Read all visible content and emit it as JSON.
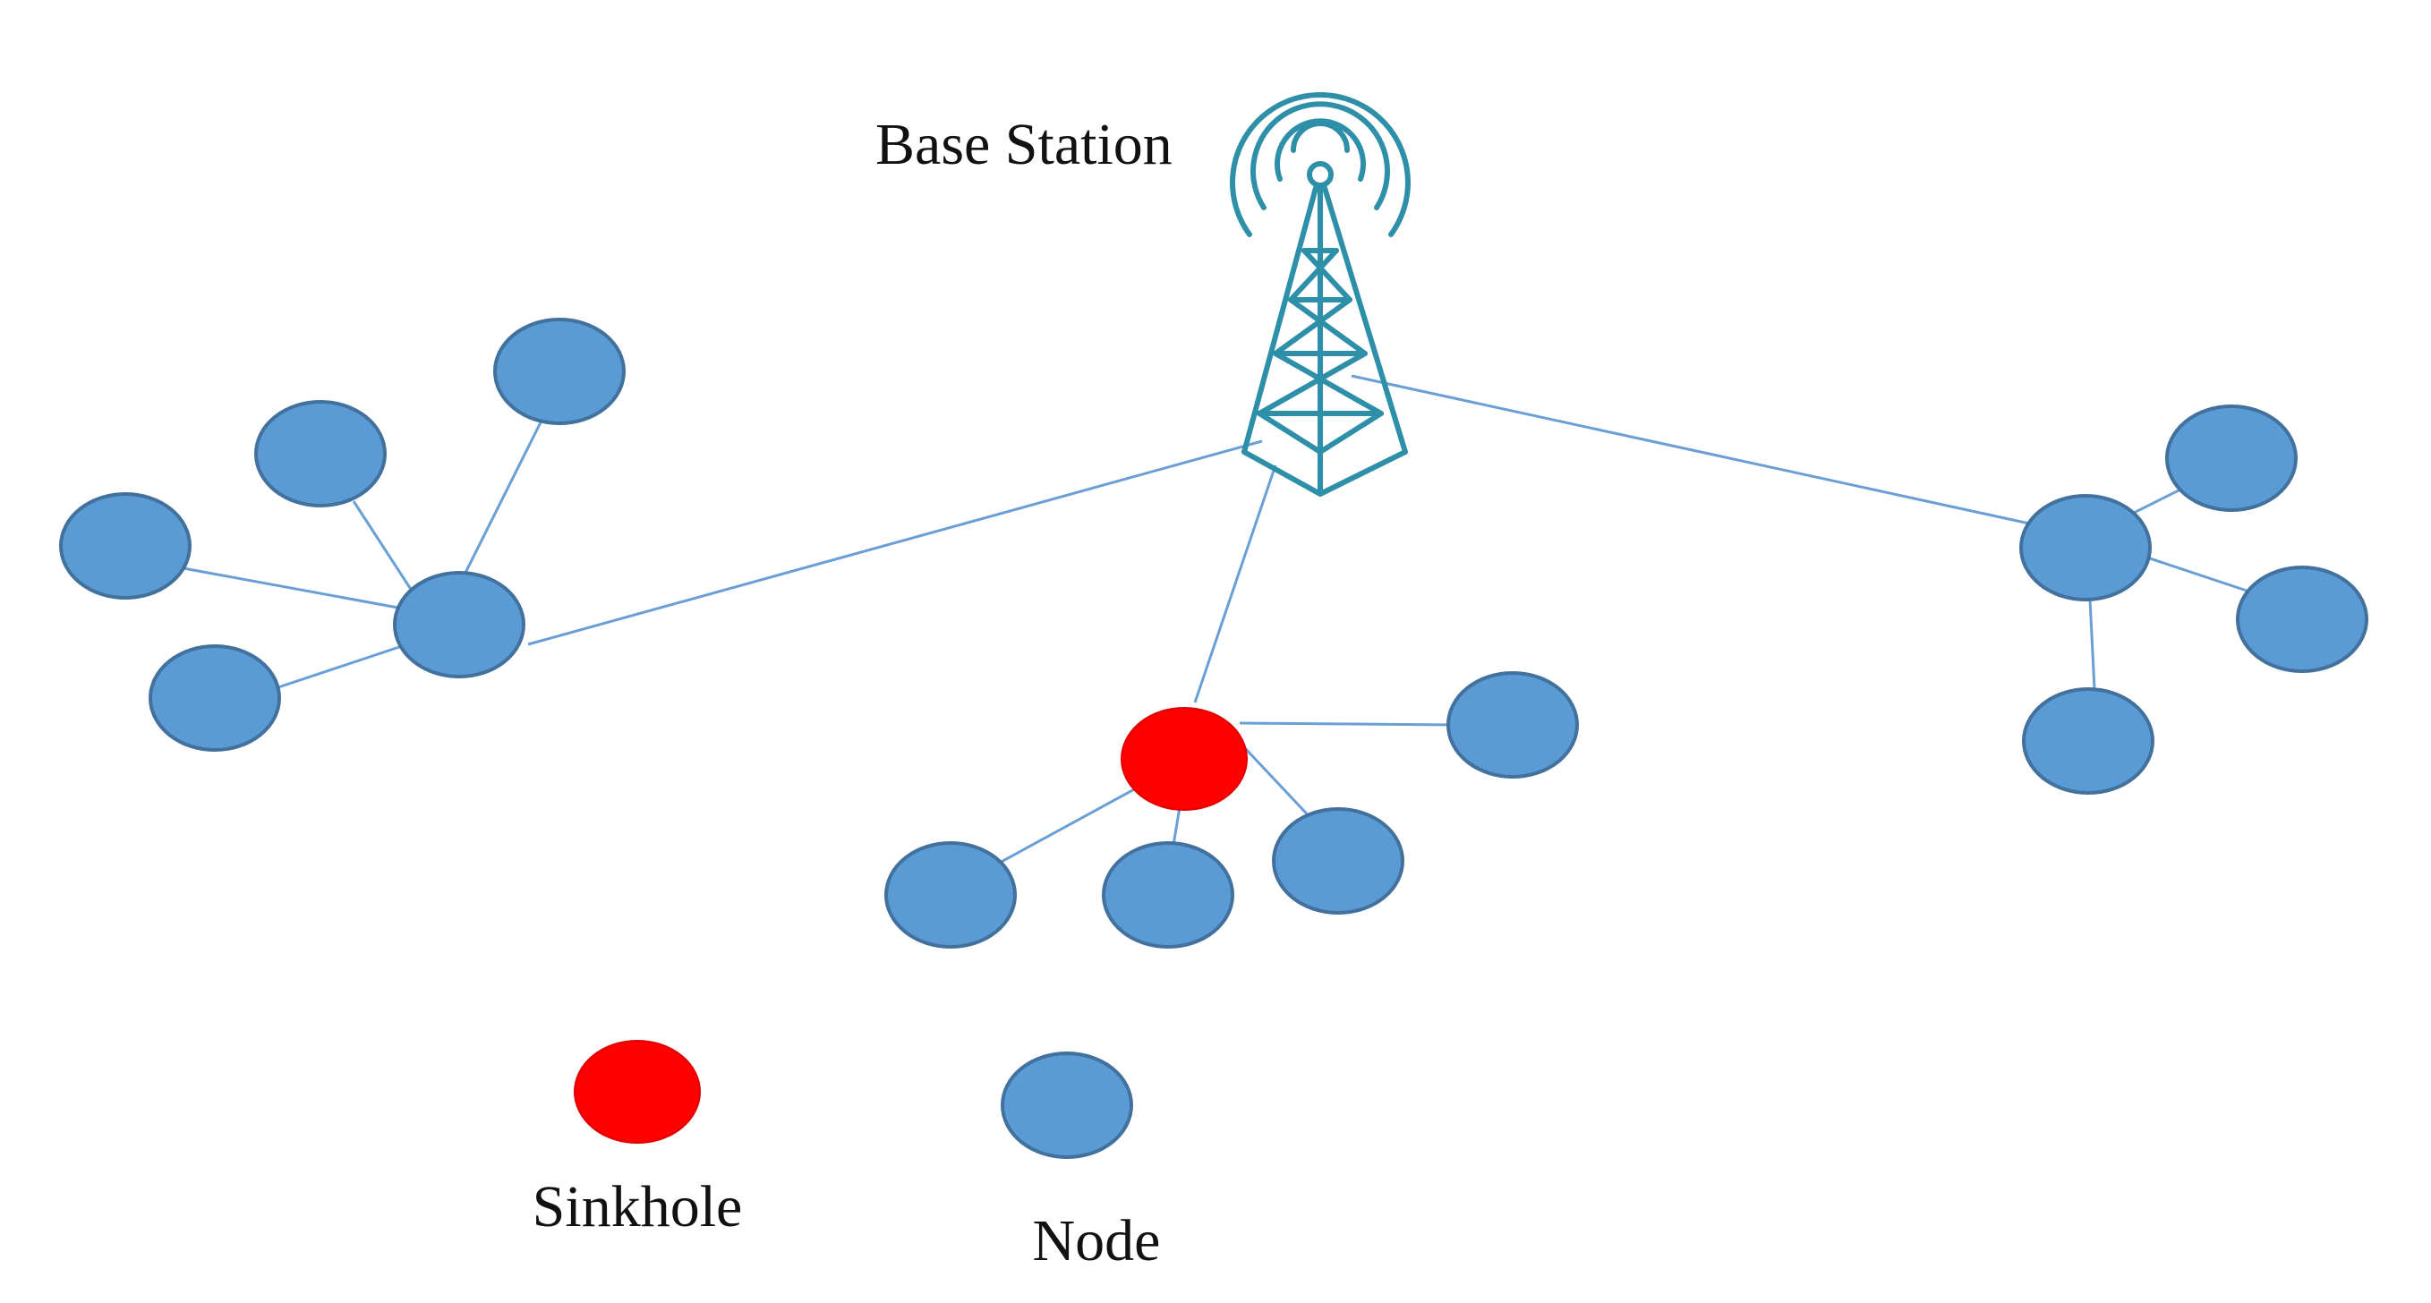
{
  "labels": {
    "base_station": "Base Station",
    "legend_sinkhole": "Sinkhole",
    "legend_node": "Node"
  },
  "colors": {
    "node": "#5b9bd5",
    "sinkhole": "#ff0000",
    "link": "#6a9fd6",
    "tower": "#2e8fa8"
  },
  "icons": {
    "base_station": "radio-tower-icon"
  }
}
